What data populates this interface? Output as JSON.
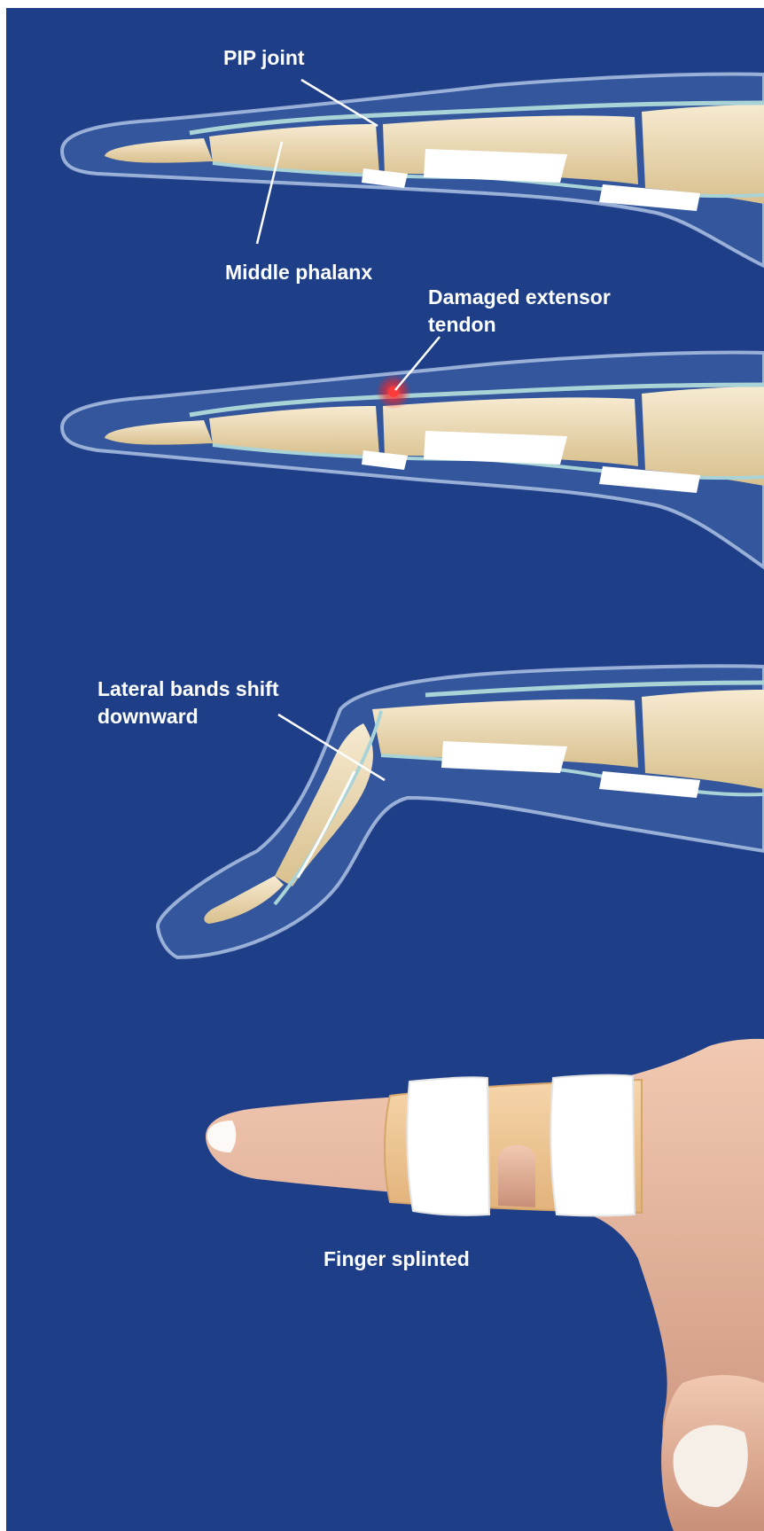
{
  "labels": {
    "pip_joint": "PIP joint",
    "middle_phalanx": "Middle phalanx",
    "damaged_tendon_line1": "Damaged extensor",
    "damaged_tendon_line2": "tendon",
    "lateral_bands_line1": "Lateral bands shift",
    "lateral_bands_line2": "downward",
    "finger_splinted": "Finger splinted"
  },
  "colors": {
    "background": "#1e3f88",
    "bone": "#ecdcb6",
    "tendon": "#a9d3d6",
    "cartilage": "#ffffff",
    "skin": "#e9b7a0",
    "splint": "#f0c99a",
    "injury": "#ff3a3a"
  }
}
